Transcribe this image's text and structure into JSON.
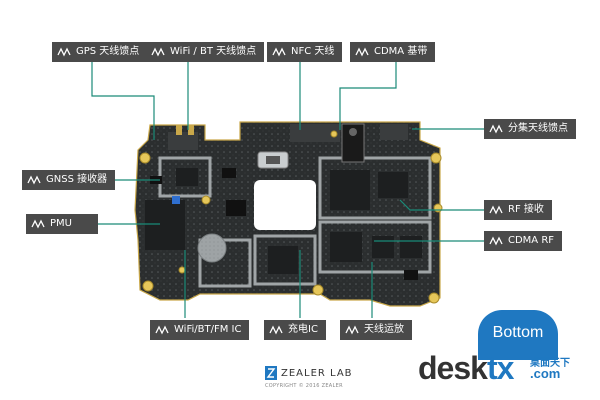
{
  "callouts": [
    {
      "id": "gps",
      "label": "GPS 天线馈点"
    },
    {
      "id": "wifi-bt-feed",
      "label": "WiFi / BT 天线馈点"
    },
    {
      "id": "nfc",
      "label": "NFC 天线"
    },
    {
      "id": "cdma-baseband",
      "label": "CDMA 基带"
    },
    {
      "id": "diversity",
      "label": "分集天线馈点"
    },
    {
      "id": "gnss",
      "label": "GNSS 接收器"
    },
    {
      "id": "rf-receive",
      "label": "RF 接收"
    },
    {
      "id": "pmu",
      "label": "PMU"
    },
    {
      "id": "cdma-rf",
      "label": "CDMA RF"
    },
    {
      "id": "wifi-bt-fm",
      "label": "WiFi/BT/FM IC"
    },
    {
      "id": "charge",
      "label": "充电IC"
    },
    {
      "id": "pa",
      "label": "天线运放"
    }
  ],
  "badge": {
    "label": "Bottom"
  },
  "brand": {
    "name": "ZEALER LAB",
    "copyright": "COPYRIGHT © 2016 ZEALER"
  },
  "watermark": {
    "part1": "desk",
    "part2": "tx",
    "cn": "桌面天下",
    "com": ".com"
  },
  "colors": {
    "callout_bg": "#4a4a4a",
    "leader": "#1a8a78",
    "board": "#2b2e2f",
    "accent": "#1f78c1"
  }
}
